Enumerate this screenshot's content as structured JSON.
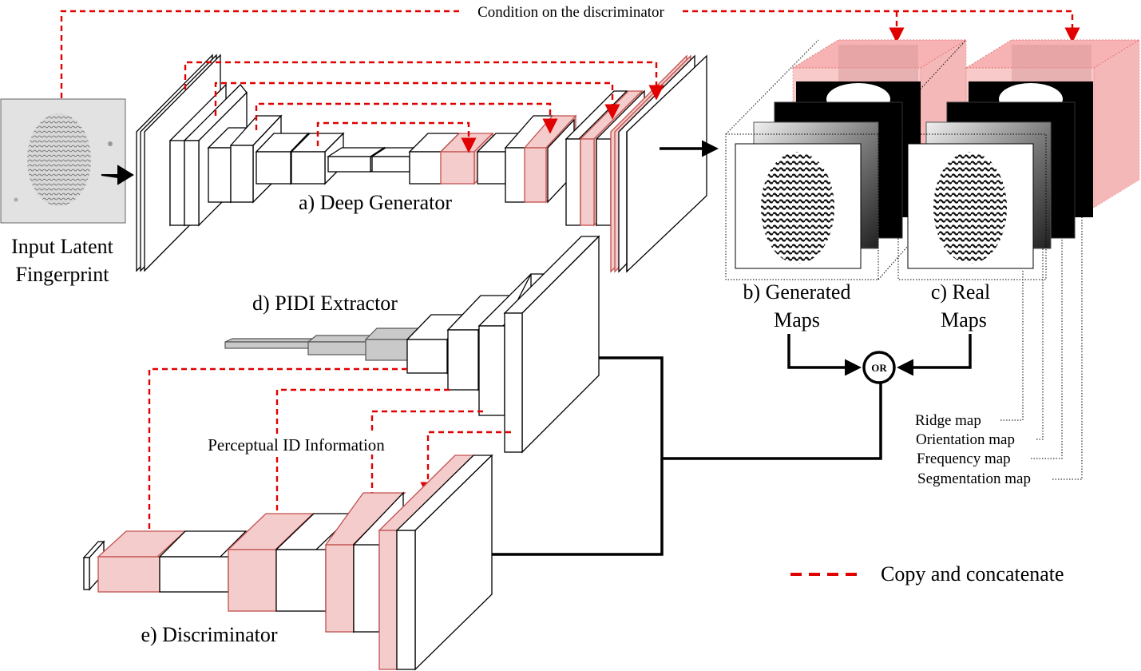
{
  "labels": {
    "condition": "Condition on the discriminator",
    "input_line1": "Input Latent",
    "input_line2": "Fingerprint",
    "generator": "a) Deep Generator",
    "generated_line1": "b) Generated",
    "generated_line2": "Maps",
    "real_line1": "c) Real",
    "real_line2": "Maps",
    "or": "OR",
    "extractor": "d) PIDI Extractor",
    "perceptual": "Perceptual ID Information",
    "discriminator": "e) Discriminator",
    "legend": "Copy and concatenate"
  },
  "map_types": [
    "Ridge map",
    "Orientation map",
    "Frequency map",
    "Segmentation map"
  ],
  "colors": {
    "skip_connection": "#e00000",
    "concat_block": "#f5cccc",
    "extractor_block": "#c9c9c9",
    "arrow": "#000000"
  }
}
